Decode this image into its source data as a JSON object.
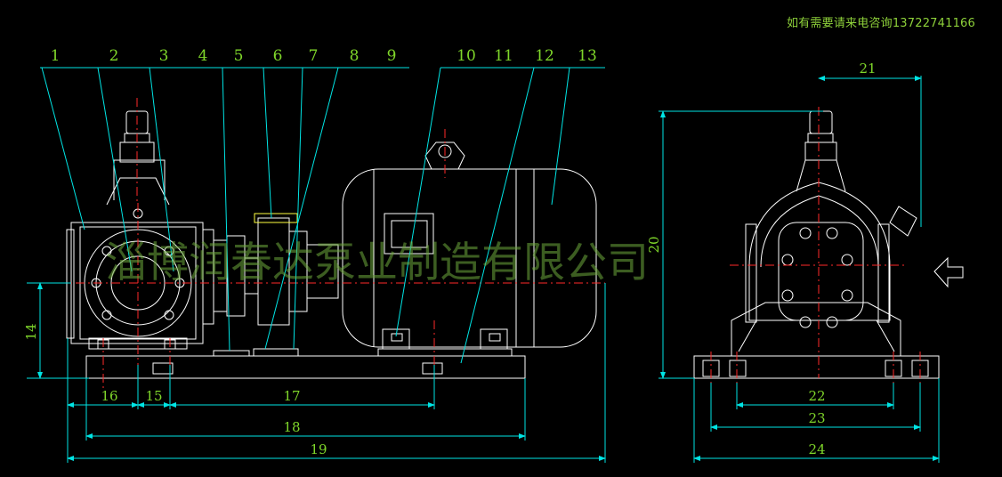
{
  "contact_text": "如有需要请来电咨询13722741166",
  "watermark_text": "淄博润春达泵业制造有限公司",
  "part_numbers": [
    "1",
    "2",
    "3",
    "4",
    "5",
    "6",
    "7",
    "8",
    "9",
    "10",
    "11",
    "12",
    "13"
  ],
  "dimension_labels": {
    "d14": "14",
    "d15": "15",
    "d16": "16",
    "d17": "17",
    "d18": "18",
    "d19": "19",
    "d20": "20",
    "d21": "21",
    "d22": "22",
    "d23": "23",
    "d24": "24"
  },
  "colors": {
    "background": "#000000",
    "outline": "#ffffff",
    "leader": "#00e5e5",
    "label": "#7fd62a",
    "centerline": "#ff2a2a",
    "accent": "#ffff40",
    "watermark": "#6eaa3c"
  }
}
